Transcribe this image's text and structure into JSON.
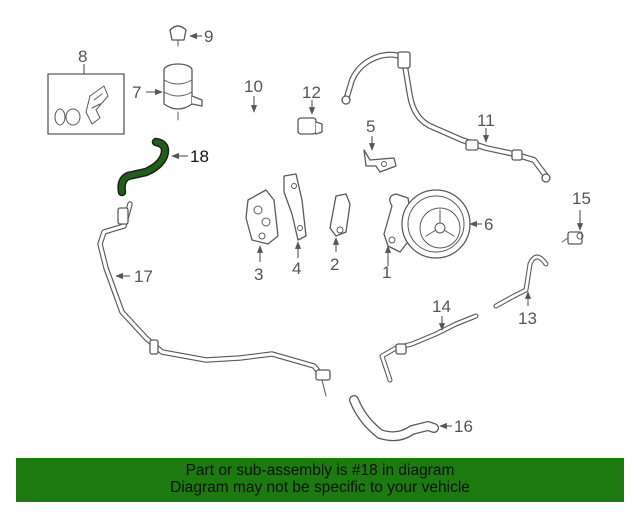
{
  "diagram": {
    "highlight_color": "#1f5f1a",
    "callouts": [
      {
        "id": "1",
        "label": "1"
      },
      {
        "id": "2",
        "label": "2"
      },
      {
        "id": "3",
        "label": "3"
      },
      {
        "id": "4",
        "label": "4"
      },
      {
        "id": "5",
        "label": "5"
      },
      {
        "id": "6",
        "label": "6"
      },
      {
        "id": "7",
        "label": "7"
      },
      {
        "id": "8",
        "label": "8"
      },
      {
        "id": "9",
        "label": "9"
      },
      {
        "id": "10",
        "label": "10"
      },
      {
        "id": "11",
        "label": "11"
      },
      {
        "id": "12",
        "label": "12"
      },
      {
        "id": "13",
        "label": "13"
      },
      {
        "id": "14",
        "label": "14"
      },
      {
        "id": "15",
        "label": "15"
      },
      {
        "id": "16",
        "label": "16"
      },
      {
        "id": "17",
        "label": "17"
      },
      {
        "id": "18",
        "label": "18"
      }
    ]
  },
  "footer": {
    "background": "#1d7a10",
    "line1": "Part or sub-assembly is #18 in diagram",
    "line2": "Diagram may not be specific to your vehicle"
  }
}
